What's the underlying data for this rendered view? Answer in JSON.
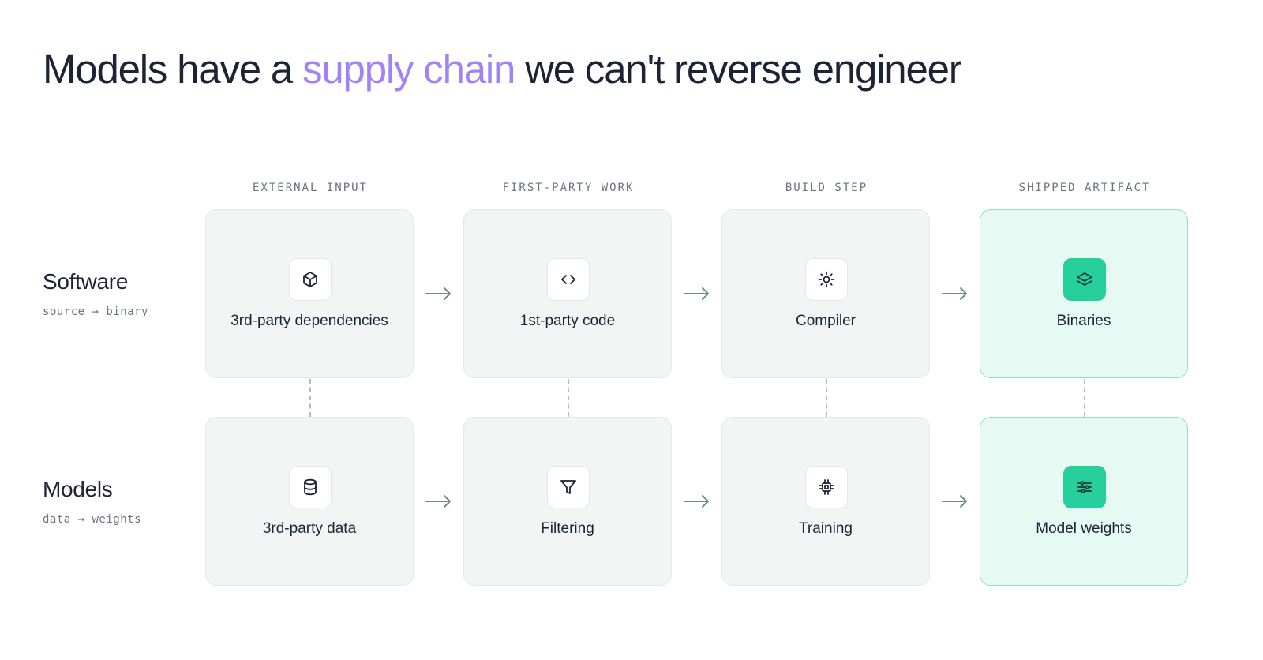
{
  "title": {
    "before": "Models have a ",
    "highlight": "supply chain",
    "after": " we can't reverse engineer",
    "highlight_color": "#a084f5"
  },
  "columns": [
    "EXTERNAL INPUT",
    "FIRST-PARTY WORK",
    "BUILD STEP",
    "SHIPPED ARTIFACT"
  ],
  "rows": [
    {
      "label": "Software",
      "sublabel": "source → binary",
      "cells": [
        {
          "label": "3rd-party dependencies",
          "icon": "cube-icon"
        },
        {
          "label": "1st-party code",
          "icon": "code-brackets-icon"
        },
        {
          "label": "Compiler",
          "icon": "sun-gear-icon"
        },
        {
          "label": "Binaries",
          "icon": "layers-icon"
        }
      ]
    },
    {
      "label": "Models",
      "sublabel": "data → weights",
      "cells": [
        {
          "label": "3rd-party data",
          "icon": "database-icon"
        },
        {
          "label": "Filtering",
          "icon": "funnel-icon"
        },
        {
          "label": "Training",
          "icon": "chip-icon"
        },
        {
          "label": "Model weights",
          "icon": "sliders-icon"
        }
      ]
    }
  ],
  "colors": {
    "box_background": "#f3f4f4",
    "shipped_background": "#e6faf3",
    "shipped_border": "#8de0c2",
    "shipped_icon_tile": "#27cf9c",
    "arrow": "#6e8f80"
  }
}
